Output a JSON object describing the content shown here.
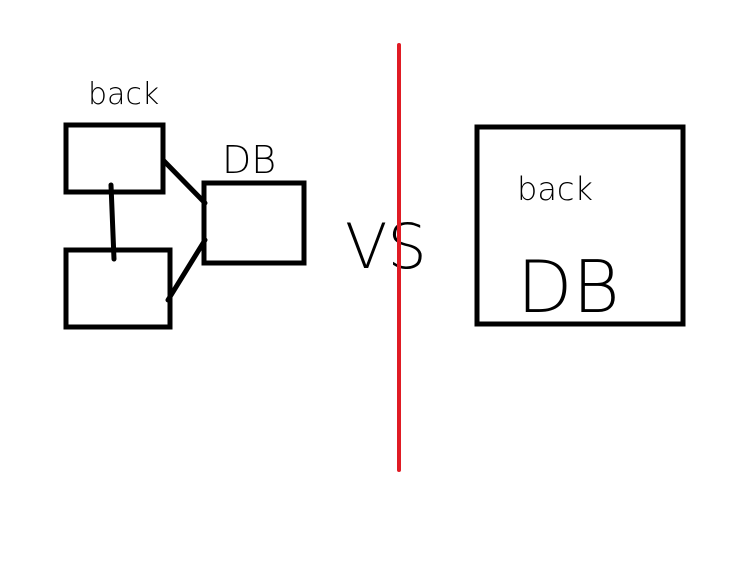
{
  "left": {
    "label_back": "back",
    "label_db": "DB"
  },
  "divider_text": "VS",
  "right": {
    "label_back": "back",
    "label_db": "DB"
  },
  "colors": {
    "ink": "#000000",
    "divider": "#e01b24",
    "background": "#ffffff"
  }
}
